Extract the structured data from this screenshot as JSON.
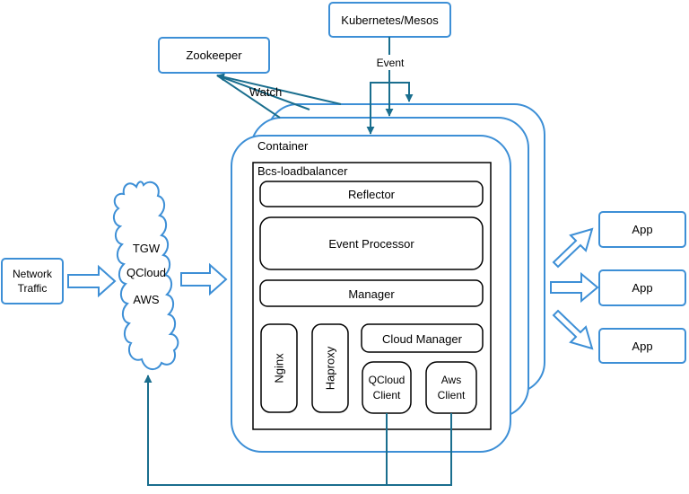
{
  "nodes": {
    "kubernetes": "Kubernetes/Mesos",
    "zookeeper": "Zookeeper",
    "network_line1": "Network",
    "network_line2": "Traffic",
    "cloud_tgw": "TGW",
    "cloud_qcloud": "QCloud",
    "cloud_aws": "AWS",
    "container": "Container",
    "bcs_lb": "Bcs-loadbalancer",
    "reflector": "Reflector",
    "event_processor": "Event Processor",
    "manager": "Manager",
    "nginx": "Nginx",
    "haproxy": "Haproxy",
    "cloud_manager": "Cloud Manager",
    "qcloud_client_line1": "QCloud",
    "qcloud_client_line2": "Client",
    "aws_client_line1": "Aws",
    "aws_client_line2": "Client",
    "app1": "App",
    "app2": "App",
    "app3": "App"
  },
  "edges": {
    "event": "Event",
    "watch": "Watch"
  },
  "colors": {
    "box_stroke": "#3d8fd6",
    "line": "#1a6e8e",
    "inner_stroke": "#000000"
  }
}
